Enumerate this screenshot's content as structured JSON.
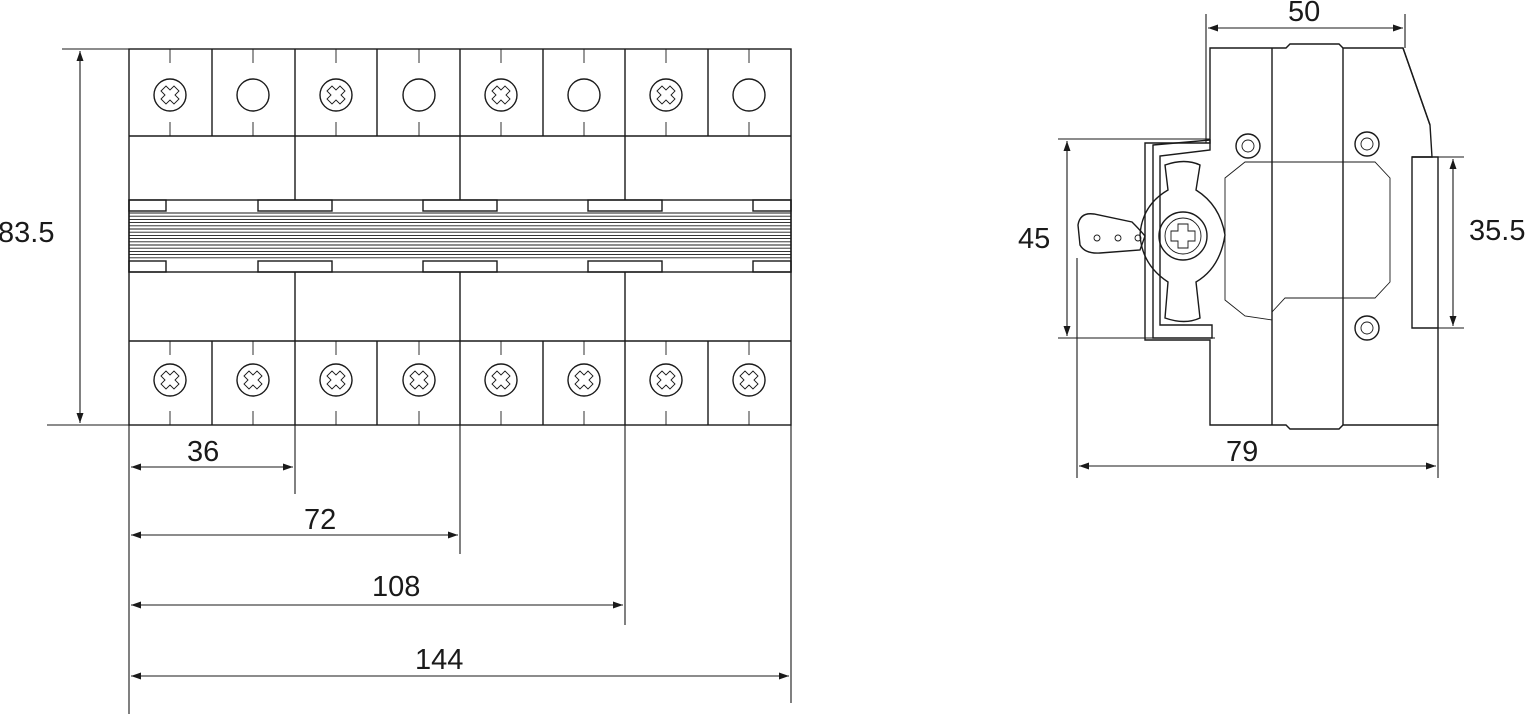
{
  "front_view": {
    "poles": 4,
    "dims": {
      "height": "83.5",
      "w1": "36",
      "w2": "72",
      "w3": "108",
      "w4": "144"
    }
  },
  "side_view": {
    "dims": {
      "top_width": "50",
      "depth": "79",
      "left_height": "45",
      "rail_height": "35.5"
    }
  },
  "colors": {
    "line": "#1a1a1a",
    "background": "#ffffff"
  }
}
